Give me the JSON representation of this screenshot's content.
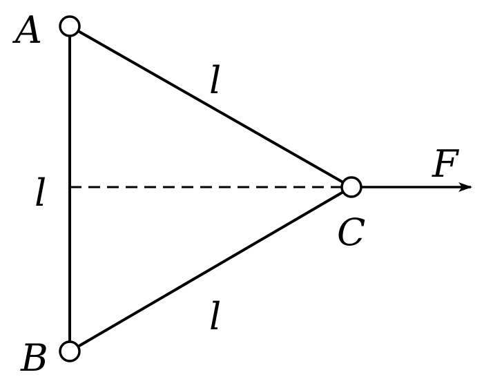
{
  "colors": {
    "stroke": "#000000",
    "background": "#ffffff",
    "node_fill": "#ffffff"
  },
  "labels": {
    "point_a": "A",
    "point_b": "B",
    "point_c": "C",
    "force": "F",
    "length_ac": "l",
    "length_bc": "l",
    "length_ab": "l"
  }
}
